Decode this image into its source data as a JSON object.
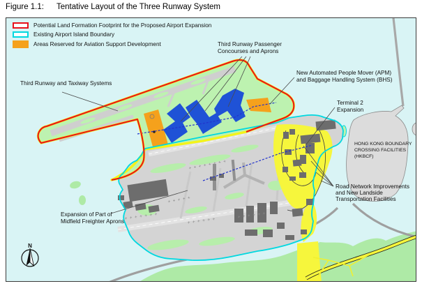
{
  "figure": {
    "number": "Figure 1.1:",
    "title": "Tentative Layout of the Three Runway System"
  },
  "legend": {
    "items": [
      {
        "id": "land-formation-footprint",
        "label": "Potential Land Formation Footprint for the Proposed Airport Expansion",
        "swatch": "red-outline",
        "color": "#e8111c"
      },
      {
        "id": "existing-island-boundary",
        "label": "Existing Airport Island Boundary",
        "swatch": "cyan-outline",
        "color": "#00d8e0"
      },
      {
        "id": "aviation-support-areas",
        "label": "Areas Reserved for Aviation Support Development",
        "swatch": "orange-fill",
        "color": "#f5a11c"
      }
    ]
  },
  "map_labels": {
    "runway_systems": {
      "line1": "Third Runway and Taxiway Systems"
    },
    "concourses": {
      "line1": "Third Runway Passenger",
      "line2": "Concourses and Aprons"
    },
    "apm_bhs": {
      "line1": "New Automated People Mover (APM)",
      "line2": "and Baggage Handling System (BHS)"
    },
    "terminal2": {
      "line1": "Terminal 2",
      "line2": "Expansion"
    },
    "hkbcf": {
      "line1": "HONG KONG BOUNDARY",
      "line2": "CROSSING FACILITIES",
      "line3": "(HKBCF)"
    },
    "road_network": {
      "line1": "Road Network Improvements",
      "line2": "and New Landside",
      "line3": "Transportation Facilities"
    },
    "freighter_aprons": {
      "line1": "Expansion of Part of",
      "line2": "Midfield Freighter Aprons"
    }
  },
  "compass": {
    "north": "N"
  },
  "colors": {
    "sea": "#d9f4f5",
    "new_land_green": "#bdf2b0",
    "lantau_green": "#aeeaa6",
    "pavement_gray": "#d4d4d4",
    "building_gray": "#6d6d6d",
    "concourse_blue": "#1f52d6",
    "aviation_orange": "#f5a11c",
    "road_yellow": "#f6f63c",
    "boundary_red": "#e8111c",
    "boundary_cyan": "#00d8e0",
    "apm_blue": "#2233cc"
  }
}
